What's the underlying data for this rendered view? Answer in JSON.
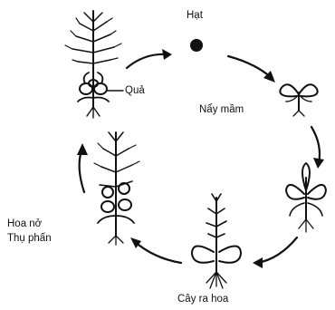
{
  "diagram": {
    "labels": {
      "seed": "Hạt",
      "germination": "Nẩy mầm",
      "flowering_plant": "Cây ra hoa",
      "bloom_line1": "Hoa nở",
      "bloom_line2": "Thụ phấn",
      "fruit": "Quả"
    },
    "colors": {
      "ink": "#111111",
      "background": "#ffffff"
    }
  }
}
